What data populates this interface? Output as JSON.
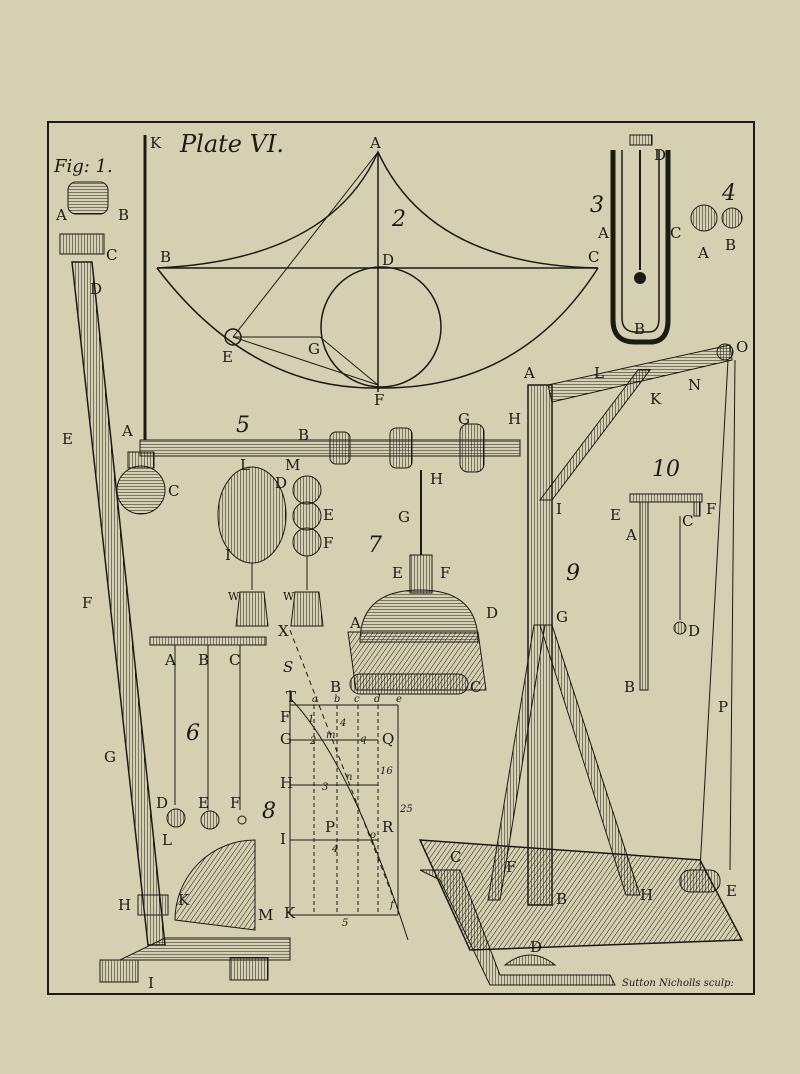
{
  "plate": {
    "title": "Plate VI.",
    "fig_label": "Fig: 1.",
    "signature": "Sutton Nicholls sculp:"
  },
  "figure_numbers": {
    "f2": "2",
    "f3": "3",
    "f4": "4",
    "f5": "5",
    "f6": "6",
    "f7": "7",
    "f8": "8",
    "f9": "9",
    "f10": "10"
  },
  "fig1_labels": {
    "K": "K",
    "A": "A",
    "B": "B",
    "C": "C",
    "D": "D",
    "E": "E",
    "F": "F",
    "G": "G",
    "H": "H",
    "I": "I",
    "L": "L",
    "M": "M",
    "K2": "K"
  },
  "fig2_labels": {
    "A": "A",
    "B": "B",
    "C": "C",
    "D": "D",
    "E": "E",
    "F": "F",
    "G": "G"
  },
  "fig3_labels": {
    "A": "A",
    "B": "B",
    "C": "C",
    "D": "D"
  },
  "fig4_labels": {
    "A": "A",
    "B": "B"
  },
  "fig5_labels": {
    "A": "A",
    "B": "B",
    "C": "C",
    "D": "D",
    "E": "E",
    "F": "F",
    "G": "G",
    "H": "H",
    "I": "I",
    "L": "L",
    "M": "M",
    "W1": "W",
    "W2": "W"
  },
  "fig6_labels": {
    "A": "A",
    "B": "B",
    "C": "C",
    "D": "D",
    "E": "E",
    "F": "F"
  },
  "fig7_labels": {
    "A": "A",
    "B": "B",
    "C": "C",
    "D": "D",
    "E": "E",
    "F": "F",
    "G": "G",
    "H": "H"
  },
  "fig8_labels": {
    "X": "X",
    "S": "S",
    "T": "T",
    "F": "F",
    "G": "G",
    "H": "H",
    "I": "I",
    "K": "K",
    "Q": "Q",
    "R": "R",
    "P": "P",
    "a": "a",
    "b": "b",
    "c": "c",
    "d": "d",
    "e": "e",
    "n": "n",
    "m": "m",
    "o": "o",
    "q": "q",
    "f": "f",
    "n1": "1",
    "n2": "2",
    "n3": "3",
    "n4": "4",
    "n5": "5",
    "n16": "16",
    "n25": "25"
  },
  "fig9_labels": {
    "A": "A",
    "B": "B",
    "C": "C",
    "D": "D",
    "E": "E",
    "F": "F",
    "G": "G",
    "H": "H",
    "I": "I",
    "K": "K",
    "L": "L",
    "N": "N",
    "O": "O",
    "P": "P"
  },
  "fig10_labels": {
    "A": "A",
    "B": "B",
    "C": "C",
    "D": "D",
    "E": "E",
    "F": "F"
  },
  "colors": {
    "paper": "#d6d0b2",
    "ink": "#1c1a14"
  }
}
